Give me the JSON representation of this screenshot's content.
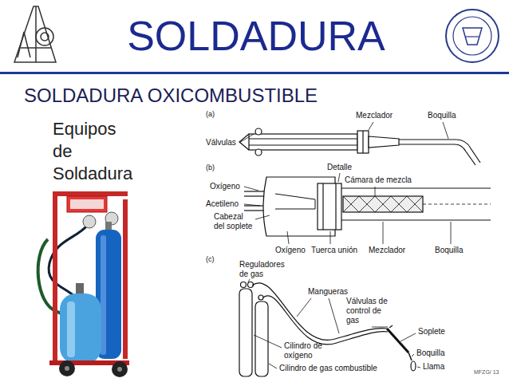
{
  "diagram": {
    "title": "SOLDADURA",
    "labels": [
      "SOLDADURA OXICOMBUSTIBLE",
      "Equipos de Soldadura",
      "(a)",
      "Válvulas",
      "Mezclador",
      "Boquilla",
      "(b)",
      "Detalle",
      "Cámara de mezcla",
      "Oxígeno",
      "Acetileno",
      "Cabezal del soplete",
      "Oxígeno",
      "Tuerca unión",
      "Mezclador",
      "Boquilla",
      "(c)",
      "Reguladores de gas",
      "Mangueras",
      "Válvulas de control de gas",
      "Soplete",
      "Cilindro de oxígeno",
      "Boquilla",
      "Cilindro de gas combustible",
      "Llama",
      "MFZG/ 13"
    ]
  }
}
